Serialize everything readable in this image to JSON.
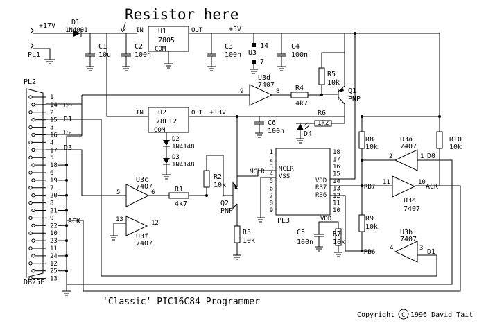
{
  "diagram": {
    "annotation": "Resistor here",
    "title": "'Classic' PIC16C84 Programmer",
    "copyright_prefix": "Copyright",
    "copyright_symbol": "C",
    "copyright_suffix": "1996 David Tait",
    "supply": {
      "label": "+17V",
      "connector": "PL1"
    },
    "d1": {
      "ref": "D1",
      "part": "1N4001"
    },
    "c1": {
      "ref": "C1",
      "value": "10u"
    },
    "c2": {
      "ref": "C2",
      "value": "100n"
    },
    "c3": {
      "ref": "C3",
      "value": "100n"
    },
    "c4": {
      "ref": "C4",
      "value": "100n"
    },
    "c5": {
      "ref": "C5",
      "value": "100n"
    },
    "c6": {
      "ref": "C6",
      "value": "100n"
    },
    "u1": {
      "ref": "U1",
      "part": "7805",
      "in": "IN",
      "out": "OUT",
      "com": "COM",
      "rail": "+5V"
    },
    "u2": {
      "ref": "U2",
      "part": "78L12",
      "in": "IN",
      "out": "OUT",
      "com": "COM",
      "rail": "+13V"
    },
    "u3_supply": {
      "ref": "U3",
      "pin_vcc": "14",
      "pin_gnd": "7"
    },
    "u3a": {
      "ref": "U3a",
      "part": "7407",
      "pin_in": "1",
      "pin_out": "2",
      "signal": "D0"
    },
    "u3b": {
      "ref": "U3b",
      "part": "7407",
      "pin_in": "3",
      "pin_out": "4",
      "signal": "D1"
    },
    "u3c": {
      "ref": "U3c",
      "part": "7407",
      "pin_in": "5",
      "pin_out": "6"
    },
    "u3d": {
      "ref": "U3d",
      "part": "7407",
      "pin_in": "9",
      "pin_out": "8"
    },
    "u3e": {
      "ref": "U3e",
      "part": "7407",
      "pin_in": "11",
      "pin_out": "10",
      "signal": "ACK"
    },
    "u3f": {
      "ref": "U3f",
      "part": "7407",
      "pin_in": "13",
      "pin_out": "12"
    },
    "d2": {
      "ref": "D2",
      "part": "1N4148"
    },
    "d3": {
      "ref": "D3",
      "part": "1N4148"
    },
    "d4": {
      "ref": "D4"
    },
    "r1": {
      "ref": "R1",
      "value": "4k7"
    },
    "r2": {
      "ref": "R2",
      "value": "10k"
    },
    "r3": {
      "ref": "R3",
      "value": "10k"
    },
    "r4": {
      "ref": "R4",
      "value": "4k7"
    },
    "r5": {
      "ref": "R5",
      "value": "10k"
    },
    "r6": {
      "ref": "R6",
      "value": "1k2"
    },
    "r7": {
      "ref": "R7",
      "value": "10k"
    },
    "r8": {
      "ref": "R8",
      "value": "10k"
    },
    "r9": {
      "ref": "R9",
      "value": "10k"
    },
    "r10": {
      "ref": "R10",
      "value": "10k"
    },
    "q1": {
      "ref": "Q1",
      "type": "PNP"
    },
    "q2": {
      "ref": "Q2",
      "type": "PNP"
    },
    "pl3": {
      "ref": "PL3",
      "left_pins": [
        "1",
        "2",
        "3",
        "4",
        "5",
        "6",
        "7",
        "8",
        "9"
      ],
      "right_pins": [
        "18",
        "17",
        "16",
        "15",
        "14",
        "13",
        "12",
        "11",
        "10"
      ],
      "mclr_label": "MCLR",
      "vss_label": "VSS",
      "vdd_label": "VDD",
      "rb7_label": "RB7",
      "rb6_label": "RB6"
    },
    "net_labels": {
      "mclr": "MCLR",
      "vdd_top": "VDD",
      "rb7": "RB7",
      "rb6": "RB6"
    },
    "pl2": {
      "ref": "PL2",
      "type": "DB25F",
      "pins": [
        "1",
        "14",
        "2",
        "15",
        "3",
        "16",
        "4",
        "17",
        "5",
        "18",
        "6",
        "19",
        "7",
        "20",
        "8",
        "21",
        "9",
        "22",
        "10",
        "23",
        "11",
        "24",
        "12",
        "25",
        "13"
      ],
      "signals": {
        "d0": "D0",
        "d1": "D1",
        "d2": "D2",
        "d3": "D3",
        "ack": "ACK"
      }
    }
  }
}
